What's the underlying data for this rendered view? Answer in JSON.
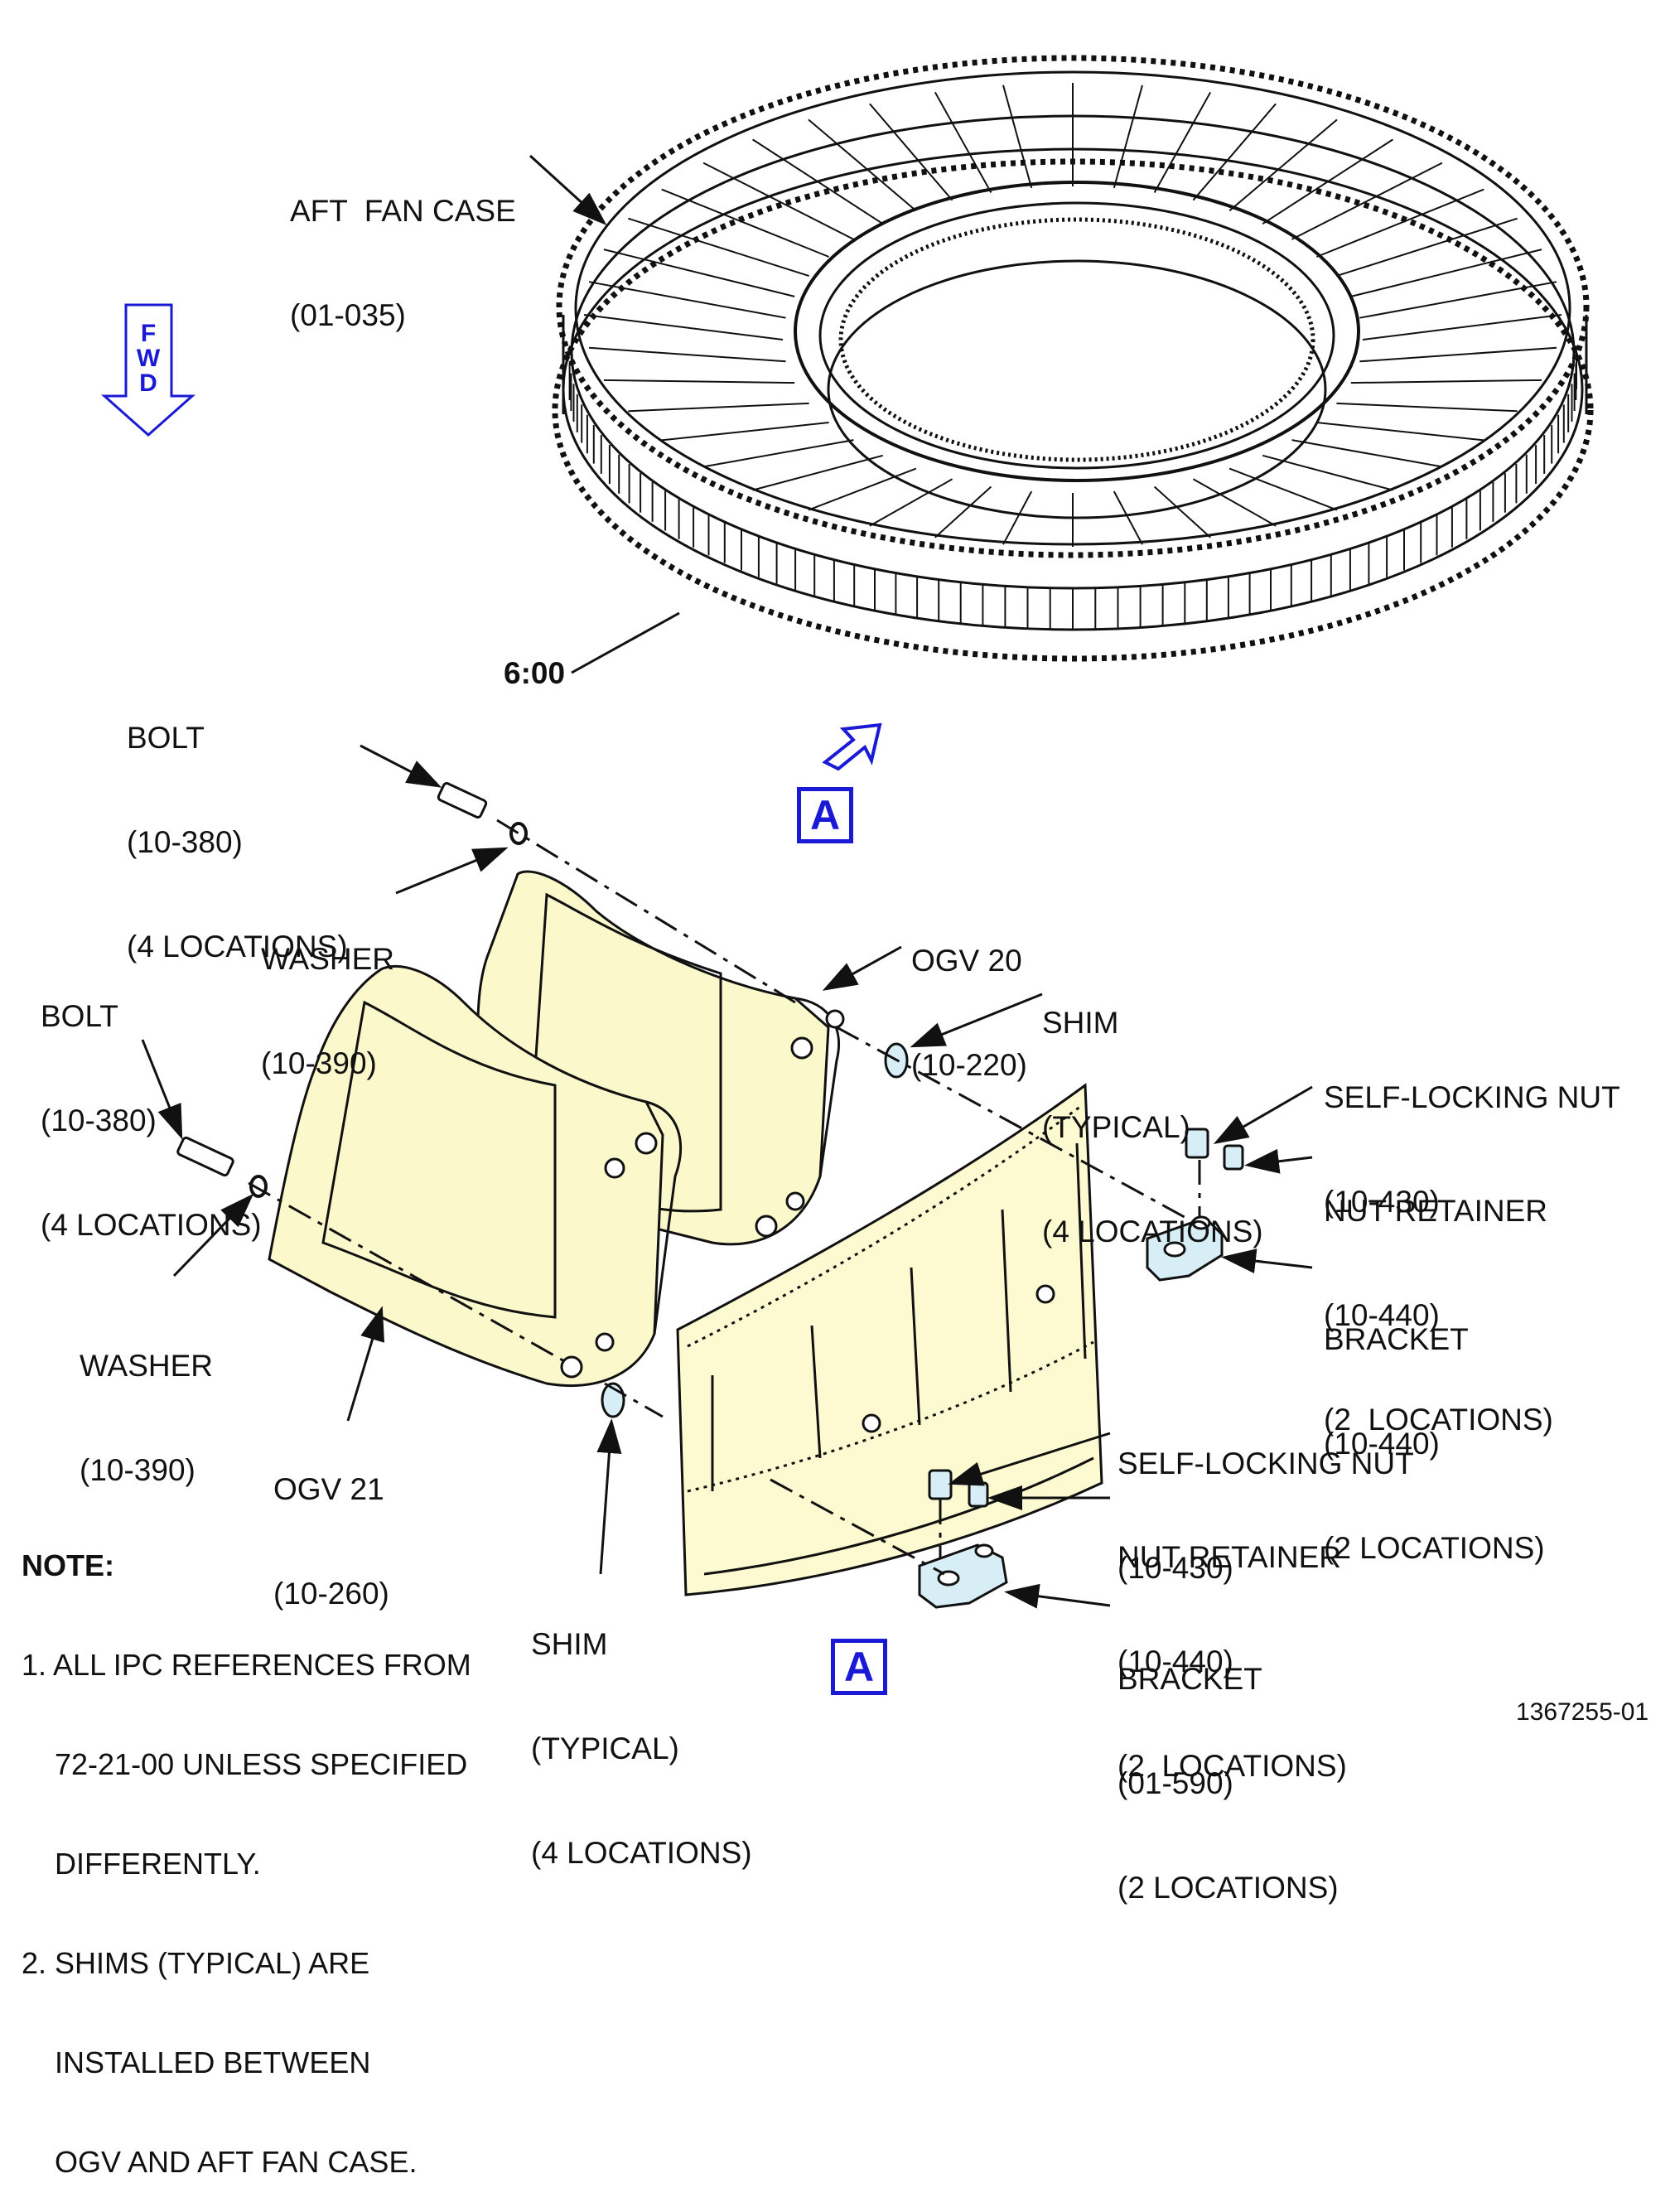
{
  "labels": {
    "aft_fan_case": [
      "AFT  FAN CASE",
      "(01-035)"
    ],
    "clock_position": "6:00",
    "bolt_upper": [
      "BOLT",
      "(10-380)",
      "(4 LOCATIONS)"
    ],
    "washer_upper": [
      "WASHER",
      "(10-390)"
    ],
    "bolt_lower": [
      "BOLT",
      "(10-380)",
      "(4 LOCATIONS)"
    ],
    "washer_lower": [
      "WASHER",
      "(10-390)"
    ],
    "ogv_20": [
      "OGV 20",
      "(10-220)"
    ],
    "ogv_21": [
      "OGV 21",
      "(10-260)"
    ],
    "shim_upper": [
      "SHIM",
      "(TYPICAL)",
      "(4 LOCATIONS)"
    ],
    "shim_lower": [
      "SHIM",
      "(TYPICAL)",
      "(4 LOCATIONS)"
    ],
    "self_locking_nut_upper": [
      "SELF-LOCKING NUT",
      "(10-430)"
    ],
    "nut_retainer_upper": [
      "NUT RETAINER",
      "(10-440)",
      "(2  LOCATIONS)"
    ],
    "bracket_upper": [
      "BRACKET",
      "(10-440)",
      "(2 LOCATIONS)"
    ],
    "self_locking_nut_lower": [
      "SELF-LOCKING NUT",
      "(10-430)"
    ],
    "nut_retainer_lower": [
      "NUT RETAINER",
      "(10-440)",
      "(2  LOCATIONS)"
    ],
    "bracket_lower": [
      "BRACKET",
      "(01-590)",
      "(2 LOCATIONS)"
    ]
  },
  "view_marker": "A",
  "fwd_arrow": {
    "letters": [
      "F",
      "W",
      "D"
    ]
  },
  "note": {
    "title": "NOTE:",
    "items": [
      "1. ALL IPC REFERENCES FROM",
      "    72-21-00 UNLESS SPECIFIED",
      "    DIFFERENTLY.",
      "2. SHIMS (TYPICAL) ARE",
      "    INSTALLED BETWEEN",
      "    OGV AND AFT FAN CASE."
    ]
  },
  "figure_number": "1367255-01",
  "colors": {
    "ogv_fill": "#fbf8cc",
    "case_panel_fill": "#fdf9d0",
    "hardware_fill": "#d8eef6",
    "view_marker": "#1a1ad6",
    "line": "#111111"
  }
}
